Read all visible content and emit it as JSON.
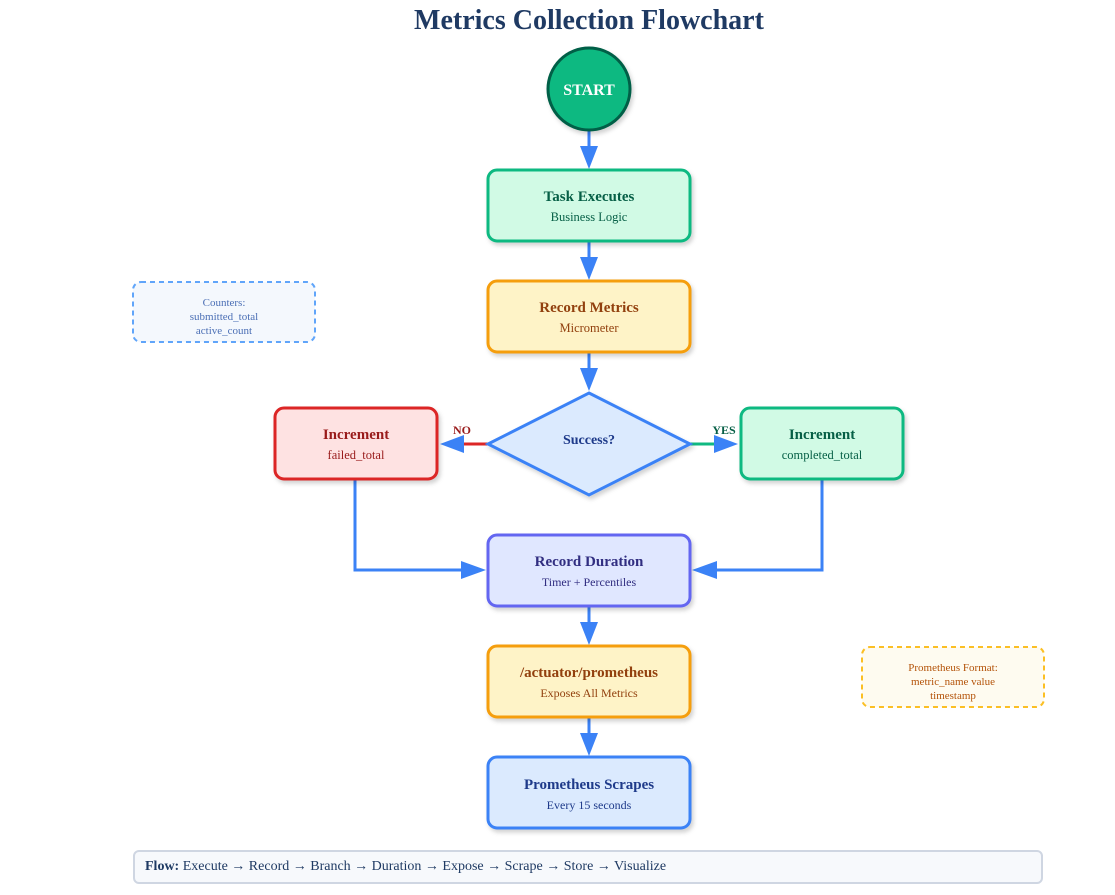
{
  "title": "Metrics Collection Flowchart",
  "nodes": {
    "start": {
      "label": "START"
    },
    "task": {
      "title": "Task Executes",
      "subtitle": "Business Logic"
    },
    "record_metrics": {
      "title": "Record Metrics",
      "subtitle": "Micrometer"
    },
    "decision": {
      "label": "Success?"
    },
    "failed": {
      "title": "Increment",
      "subtitle": "failed_total"
    },
    "completed": {
      "title": "Increment",
      "subtitle": "completed_total"
    },
    "duration": {
      "title": "Record Duration",
      "subtitle": "Timer + Percentiles"
    },
    "actuator": {
      "title": "/actuator/prometheus",
      "subtitle": "Exposes All Metrics"
    },
    "scrape": {
      "title": "Prometheus Scrapes",
      "subtitle": "Every 15 seconds"
    }
  },
  "edges": {
    "no_label": "NO",
    "yes_label": "YES"
  },
  "notes": {
    "counters": {
      "line1": "Counters:",
      "line2": "submitted_total",
      "line3": "active_count"
    },
    "format": {
      "line1": "Prometheus Format:",
      "line2": "metric_name value",
      "line3": "timestamp"
    }
  },
  "legend": {
    "label": "Flow:",
    "text": "Execute → Record → Branch → Duration → Expose → Scrape → Store → Visualize"
  },
  "colors": {
    "arrow": "#3b82f6",
    "no_edge": "#dc2626",
    "yes_edge": "#10b981",
    "start_fill": "#10b981",
    "green_fill": "#d1fae5",
    "amber_fill": "#fef3c7",
    "red_fill": "#fee2e2",
    "indigo_fill": "#e0e7ff",
    "blue_fill": "#dbeafe"
  }
}
